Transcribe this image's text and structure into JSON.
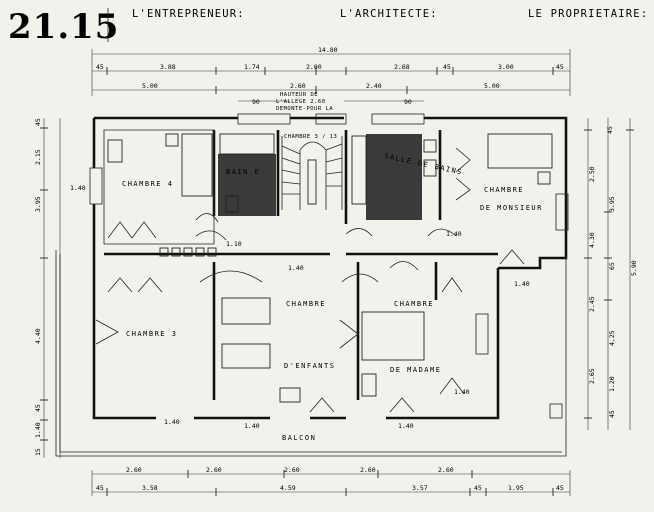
{
  "header": {
    "sheet_number": "21.15",
    "entrepreneur_label": "L'ENTREPRENEUR:",
    "architect_label": "L'ARCHITECTE:",
    "owner_label": "LE PROPRIETAIRE:"
  },
  "rooms": {
    "chambre4": "CHAMBRE 4",
    "bain_left": "BAIN E",
    "bain_right": "SALLE DE BAINS",
    "chambre_monsieur_1": "CHAMBRE",
    "chambre_monsieur_2": "DE MONSIEUR",
    "chambre3": "CHAMBRE 3",
    "chambre_enfants_1": "CHAMBRE",
    "chambre_enfants_2": "D'ENFANTS",
    "chambre_madame_1": "CHAMBRE",
    "chambre_madame_2": "DE MADAME",
    "balcon": "BALCON"
  },
  "notes": {
    "hauteur_1": "HAUTEUR DE",
    "hauteur_2": "L'ALLEGE 2.60",
    "hauteur_3": "DEMONTE-POUR LA",
    "chambre_stair": "CHAMBRE 3 / 13"
  },
  "dimensions": {
    "overall_top": "14.80",
    "top_row": [
      "45",
      "3.88",
      "1.74",
      "2.00",
      "2.68",
      "45",
      "3.00",
      "45"
    ],
    "second_row": [
      "5.00",
      "2.60",
      "2.40",
      "5.00"
    ],
    "window_left": "90",
    "window_right": "90",
    "left_col": [
      "45",
      "2.15",
      "3.95",
      "1.40",
      "4.40",
      "45",
      "1.40",
      "15"
    ],
    "right_col": [
      "45",
      "2.50",
      "3.95",
      "4.30",
      "65",
      "2.45",
      "4.25",
      "2.65",
      "1.20",
      "45",
      "5.90"
    ],
    "inner_marks": [
      "1.10",
      "1.40",
      "1.40",
      "1.40",
      "1.40",
      "1.40",
      "1.40",
      "1.40"
    ],
    "bottom_row1": [
      "2.60",
      "2.60",
      "2.60",
      "2.60",
      "2.60"
    ],
    "bottom_row2": [
      "45",
      "3.58",
      "4.59",
      "3.57",
      "45",
      "1.95",
      "45"
    ]
  }
}
